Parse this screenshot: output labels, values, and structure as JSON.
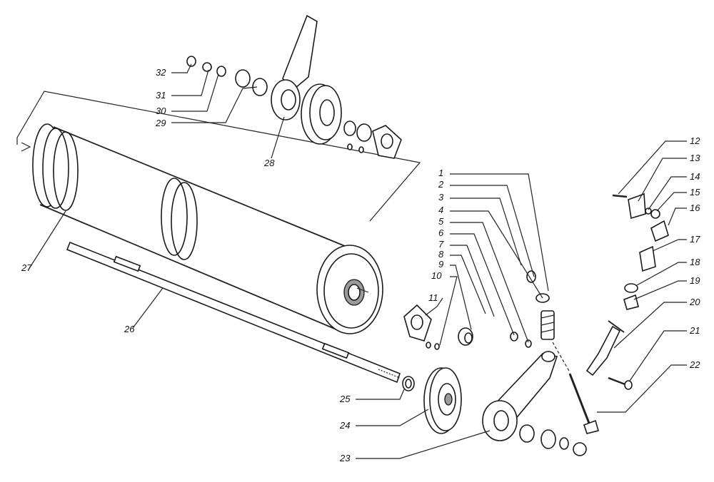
{
  "callouts": [
    {
      "id": "1",
      "text": "1"
    },
    {
      "id": "2",
      "text": "2"
    },
    {
      "id": "3",
      "text": "3"
    },
    {
      "id": "4",
      "text": "4"
    },
    {
      "id": "5",
      "text": "5"
    },
    {
      "id": "6",
      "text": "6"
    },
    {
      "id": "7",
      "text": "7"
    },
    {
      "id": "8",
      "text": "8"
    },
    {
      "id": "9",
      "text": "9"
    },
    {
      "id": "10",
      "text": "10"
    },
    {
      "id": "11",
      "text": "11"
    },
    {
      "id": "12",
      "text": "12"
    },
    {
      "id": "13",
      "text": "13"
    },
    {
      "id": "14",
      "text": "14"
    },
    {
      "id": "15",
      "text": "15"
    },
    {
      "id": "16",
      "text": "16"
    },
    {
      "id": "17",
      "text": "17"
    },
    {
      "id": "18",
      "text": "18"
    },
    {
      "id": "19",
      "text": "19"
    },
    {
      "id": "20",
      "text": "20"
    },
    {
      "id": "21",
      "text": "21"
    },
    {
      "id": "22",
      "text": "22"
    },
    {
      "id": "23",
      "text": "23"
    },
    {
      "id": "24",
      "text": "24"
    },
    {
      "id": "25",
      "text": "25"
    },
    {
      "id": "26",
      "text": "26"
    },
    {
      "id": "27",
      "text": "27"
    },
    {
      "id": "28",
      "text": "28"
    },
    {
      "id": "29",
      "text": "29"
    },
    {
      "id": "30",
      "text": "30"
    },
    {
      "id": "31",
      "text": "31"
    },
    {
      "id": "32",
      "text": "32"
    }
  ],
  "colors": {
    "ink": "#1a1a1a",
    "paper": "#ffffff",
    "shading": "#6d6d6d"
  }
}
